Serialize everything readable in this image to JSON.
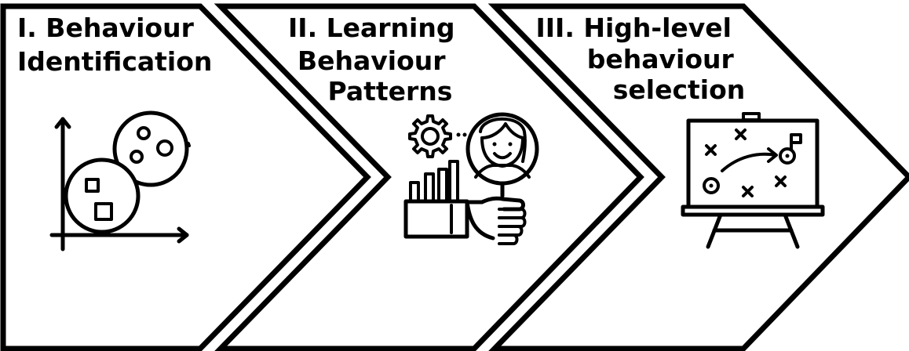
{
  "stages": [
    {
      "title_lines": [
        "I. Behaviour",
        "Identification"
      ],
      "icon": "cluster-scatter-chart-icon"
    },
    {
      "title_lines": [
        "II. Learning",
        "Behaviour",
        "Patterns"
      ],
      "icon": "analyst-search-icon"
    },
    {
      "title_lines": [
        "III. High-level",
        "behaviour",
        "selection"
      ],
      "icon": "strategy-board-icon"
    }
  ],
  "colors": {
    "stroke": "#000000",
    "background": "#ffffff"
  }
}
